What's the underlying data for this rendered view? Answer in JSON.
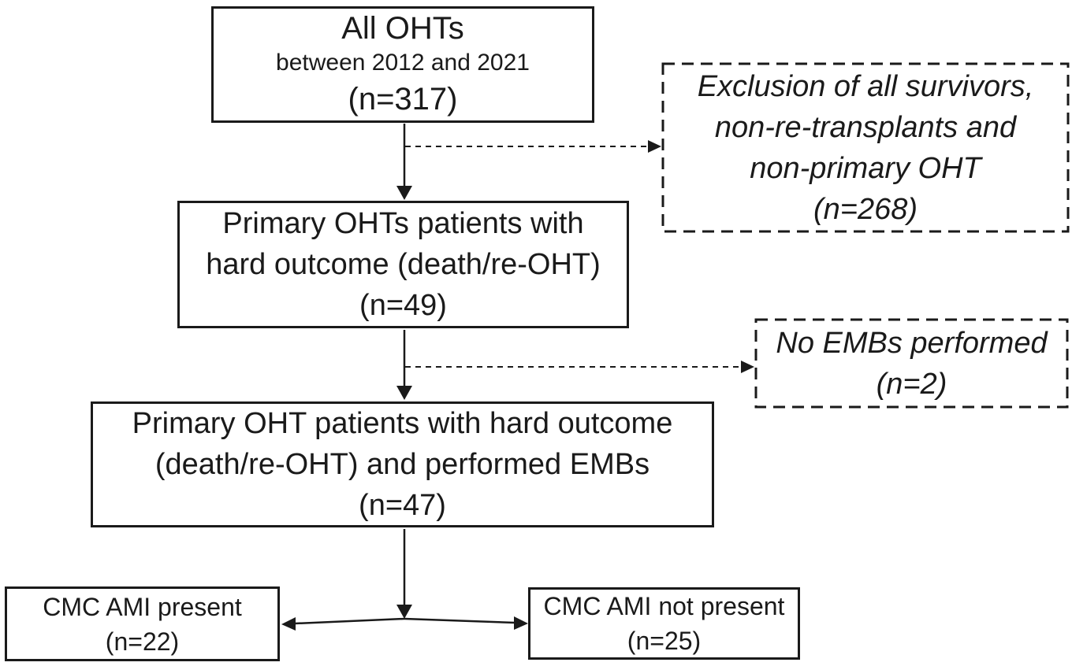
{
  "flowchart": {
    "nodes": {
      "all_ohts": {
        "lines": [
          "All OHTs",
          "between 2012 and 2021",
          "(n=317)"
        ]
      },
      "primary_hard_outcome": {
        "lines": [
          "Primary OHTs patients with",
          "hard outcome (death/re-OHT)",
          "(n=49)"
        ]
      },
      "primary_embs": {
        "lines": [
          "Primary OHT patients with hard outcome",
          "(death/re-OHT) and performed EMBs",
          "(n=47)"
        ]
      },
      "exclusion": {
        "lines": [
          "Exclusion of all survivors,",
          "non-re-transplants and",
          "non-primary OHT",
          "(n=268)"
        ]
      },
      "no_embs": {
        "lines": [
          "No EMBs performed",
          "(n=2)"
        ]
      },
      "cmc_present": {
        "lines": [
          "CMC AMI present",
          "(n=22)"
        ]
      },
      "cmc_not_present": {
        "lines": [
          "CMC AMI not present",
          "(n=25)"
        ]
      }
    },
    "colors": {
      "line": "#1a1a1a",
      "text": "#1a1a1a",
      "background": "#ffffff"
    }
  }
}
